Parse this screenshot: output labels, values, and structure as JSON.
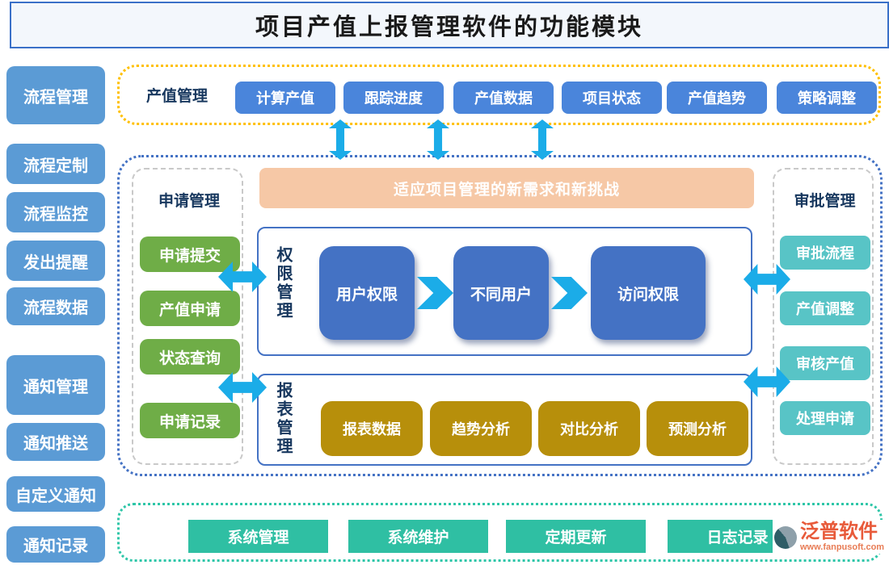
{
  "title": "项目产值上报管理软件的功能模块",
  "sidebar": {
    "items": [
      "流程管理",
      "流程定制",
      "流程监控",
      "发出提醒",
      "流程数据",
      "通知管理",
      "通知推送",
      "自定义通知",
      "通知记录"
    ]
  },
  "output_section": {
    "label": "产值管理",
    "buttons": [
      "计算产值",
      "跟踪进度",
      "产值数据",
      "项目状态",
      "产值趋势",
      "策略调整"
    ]
  },
  "apply_panel": {
    "label": "申请管理",
    "buttons": [
      "申请提交",
      "产值申请",
      "状态查询",
      "申请记录"
    ]
  },
  "banner": {
    "text": "适应项目管理的新需求和新挑战"
  },
  "permission_panel": {
    "label": "权限管理",
    "nodes": [
      "用户权限",
      "不同用户",
      "访问权限"
    ]
  },
  "report_panel": {
    "label": "报表管理",
    "buttons": [
      "报表数据",
      "趋势分析",
      "对比分析",
      "预测分析"
    ]
  },
  "approval_panel": {
    "label": "审批管理",
    "buttons": [
      "审批流程",
      "产值调整",
      "审核产值",
      "处理申请"
    ]
  },
  "system_section": {
    "buttons": [
      "系统管理",
      "系统维护",
      "定期更新",
      "日志记录"
    ]
  },
  "logo": {
    "name": "泛普软件",
    "url": "www.fanpusoft.com"
  },
  "colors": {
    "sidebar_blue": "#5B9BD5",
    "top_blue": "#4A85DB",
    "node_blue": "#4472C4",
    "green": "#6FAD47",
    "teal": "#58C4C6",
    "gold": "#B78F0B",
    "banner_peach": "#F6C8A6",
    "arrow_cyan": "#1BACE8",
    "system_teal": "#2FBFA3",
    "border_yellow": "#FFC000",
    "border_blue": "#4472C4",
    "border_green": "#2EC6A8",
    "label_navy": "#17375E",
    "logo_orange": "#E85A3A"
  }
}
